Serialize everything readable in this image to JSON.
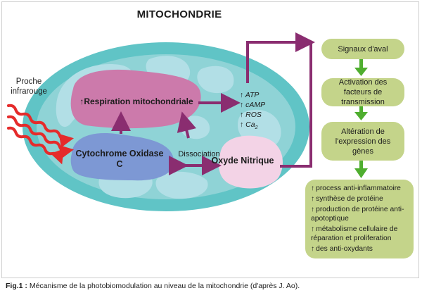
{
  "title": "MITOCHONDRIE",
  "input_label": "Proche infrarouge",
  "nodes": {
    "respiration": "Respiration mitochondriale",
    "cytochrome": "Cytochrome Oxidase C",
    "oxyde": "Oxyde Nitrique",
    "dissociation": "Dissociation"
  },
  "mediators": [
    {
      "name": "ATP",
      "sub": ""
    },
    {
      "name": "cAMP",
      "sub": ""
    },
    {
      "name": "ROS",
      "sub": ""
    },
    {
      "name": "Ca",
      "sub": "2"
    }
  ],
  "pathway": [
    "Signaux d'aval",
    "Activation des facteurs de transmission",
    "Altération de l'expression des gènes"
  ],
  "effects": [
    "process anti-inflammatoire",
    "synthèse de protéine",
    "production de protéine anti-apotoptique",
    "métabolisme cellulaire de réparation et proliferation",
    "des anti-oxydants"
  ],
  "up_symbol": "↑",
  "caption": {
    "label": "Fig.1 :",
    "text": " Mécanisme de la photobiomodulation au niveau de la mitochondrie (d'après J. Ao)."
  },
  "colors": {
    "outer_membrane": "#60c4c6",
    "cristae": "#b2dfe6",
    "respiration": "#cc7aab",
    "cytochrome": "#7d98d4",
    "oxyde": "#f3d3e6",
    "arrow_purple": "#8a2d70",
    "arrow_green": "#4fae2f",
    "pathway_box": "#c4d48a",
    "laser": "#e52b2b"
  }
}
